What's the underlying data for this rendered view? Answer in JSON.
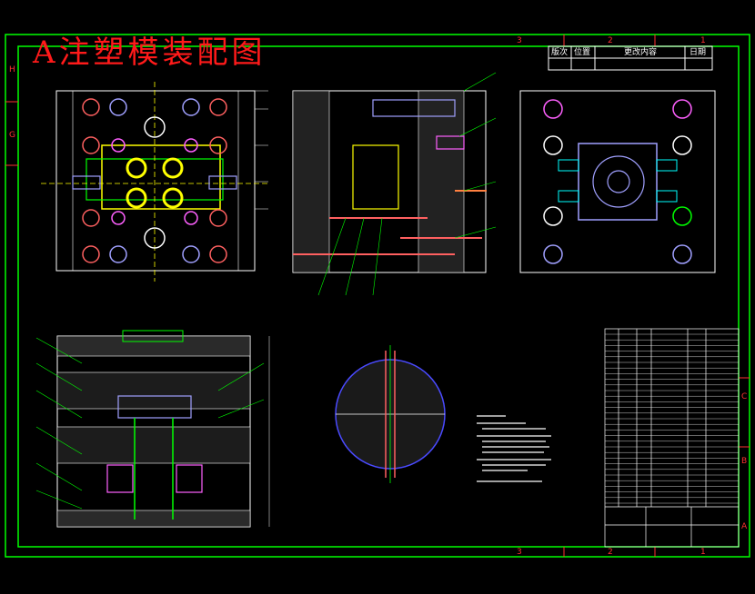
{
  "drawing": {
    "title": "A注塑模装配图"
  },
  "revision_table": {
    "headers": [
      "版次",
      "位置",
      "更改内容",
      "日期"
    ]
  },
  "zone_labels": {
    "top": [
      "3",
      "2",
      "1"
    ],
    "bottom": [
      "3",
      "2",
      "1"
    ],
    "left": [
      "H",
      "G"
    ],
    "right": [
      "C",
      "B",
      "A"
    ]
  },
  "colors": {
    "background": "#000000",
    "border": "#00ff00",
    "title": "#ff1a1a",
    "lines": "#ffffff",
    "zone_text": "#ff3030"
  }
}
